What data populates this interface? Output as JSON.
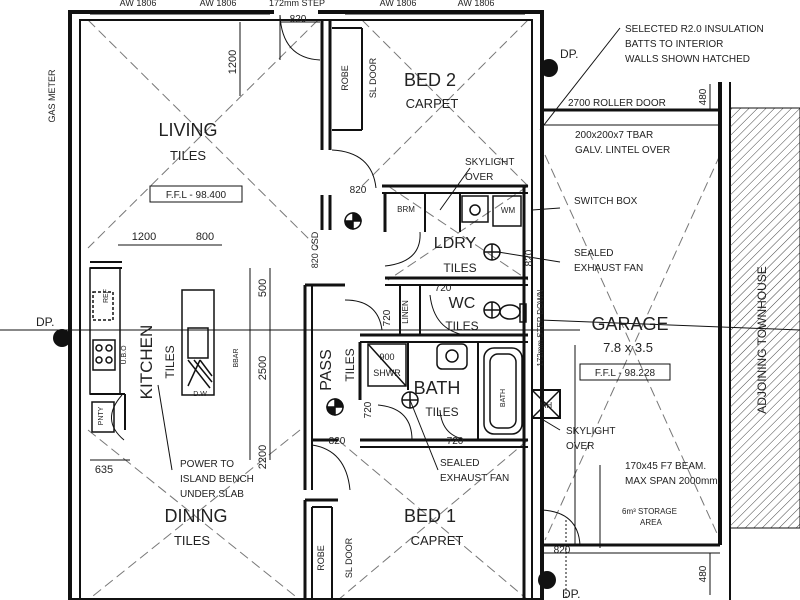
{
  "rooms": {
    "living": {
      "name": "LIVING",
      "finish": "TILES",
      "ffl": "F.F.L - 98.400"
    },
    "bed2": {
      "name": "BED 2",
      "finish": "CARPET"
    },
    "bed1": {
      "name": "BED 1",
      "finish": "CAPRET"
    },
    "kitchen": {
      "name": "KITCHEN",
      "finish": "TILES"
    },
    "dining": {
      "name": "DINING",
      "finish": "TILES"
    },
    "ldry": {
      "name": "LDRY",
      "finish": "TILES"
    },
    "wc": {
      "name": "WC",
      "finish": "TILES"
    },
    "bath": {
      "name": "BATH",
      "finish": "TILES"
    },
    "pass": {
      "name": "PASS",
      "finish": "TILES"
    },
    "garage": {
      "name": "GARAGE",
      "size": "7.8 x 3.5",
      "ffl": "F.F.L - 98.228"
    }
  },
  "fixtures": {
    "robe_top": "ROBE",
    "sl_door_top": "SL DOOR",
    "robe_bottom": "ROBE",
    "sl_door_bottom": "SL DOOR",
    "brm": "BRM",
    "wm": "WM",
    "linen": "LINEN",
    "shwr": "SHWR",
    "shwr_size": "900",
    "bath_tub": "BATH",
    "ref": "REF",
    "ubo": "U.B.O",
    "pnty": "PNTY",
    "dw": "D.W",
    "bbar": "BBAR",
    "mh": "MH",
    "csd": "820 CSD"
  },
  "top_labels": {
    "aw1": "AW 1806",
    "aw2": "AW 1806",
    "step": "172mm STEP",
    "aw3": "AW 1806",
    "aw4": "AW 1806"
  },
  "dimensions": {
    "d820_top": "820",
    "d1200_top": "1200",
    "d1200": "1200",
    "d800": "800",
    "d500": "500",
    "d2500": "2500",
    "d2200": "2200",
    "d635": "635",
    "d820_bed2": "820",
    "d720_ldry": "720",
    "d820_ldry": "820",
    "d720_linen": "720",
    "d720_bath": "720",
    "d720_bath_b": "720",
    "d820_pass": "820",
    "d820_garage": "820",
    "d480_top": "480",
    "d480_bottom": "480"
  },
  "notes": {
    "insulation_1": "SELECTED R2.0 INSULATION",
    "insulation_2": "BATTS TO INTERIOR",
    "insulation_3": "WALLS SHOWN HATCHED",
    "roller_door": "2700 ROLLER DOOR",
    "tbar_1": "200x200x7 TBAR",
    "tbar_2": "GALV. LINTEL OVER",
    "skylight1_1": "SKYLIGHT",
    "skylight1_2": "OVER",
    "switch_box": "SWITCH BOX",
    "exhaust1_1": "SEALED",
    "exhaust1_2": "EXHAUST FAN",
    "step_down": "172mm STEP DOWN",
    "skylight2_1": "SKYLIGHT",
    "skylight2_2": "OVER",
    "exhaust2_1": "SEALED",
    "exhaust2_2": "EXHAUST FAN",
    "beam_1": "170x45 F7 BEAM.",
    "beam_2": "MAX SPAN 2000mm.",
    "storage_1": "6m³ STORAGE",
    "storage_2": "AREA",
    "power_1": "POWER TO",
    "power_2": "ISLAND BENCH",
    "power_3": "UNDER SLAB",
    "gas_meter": "GAS METER",
    "adjoining": "ADJOINING TOWNHOUSE",
    "dp_left": "DP.",
    "dp_top": "DP.",
    "dp_bottom": "DP."
  }
}
